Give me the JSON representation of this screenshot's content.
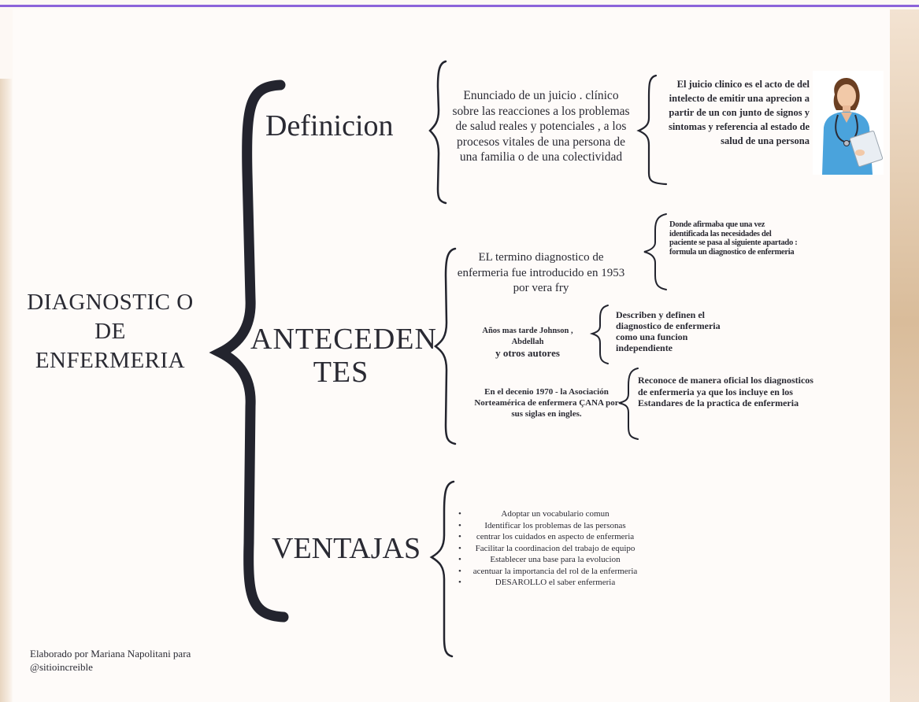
{
  "main_title": "DIAGNOSTIC O DE ENFERMERIA",
  "sections": {
    "definicion": {
      "heading": "Definicion",
      "text": "Enunciado de un juicio . clínico sobre las reacciones a los problemas de salud reales y potenciales , a los procesos vitales de una persona de una familia o de una colectividad",
      "juicio": "El juicio clinico es el acto de del intelecto de emitir una aprecion a partir de un con junto de signos y sintomas y referencia al estado de salud de una persona"
    },
    "antecedentes": {
      "heading": "ANTECEDEN TES",
      "intro": "EL termino diagnostico de enfermeria fue introducido en 1953 por vera fry",
      "donde": "Donde afirmaba que una vez identificada las necesidades del paciente se pasa al siguiente apartado : formula un diagnostico de enfermeria",
      "anos_line1": "Años mas tarde Johnson , Abdellah",
      "anos_line2": "y otros autores",
      "describen": "Describen y definen el diagnostico de enfermeria como una funcion independiente",
      "decenio": "En el decenio 1970 - la Asociación Norteamérica de enfermera ÇANA por sus siglas en ingles.",
      "reconoce": "Reconoce de manera oficial los diagnosticos de enfermeria ya que los incluye en los Estandares de la practica de enfermeria"
    },
    "ventajas": {
      "heading": "VENTAJAS",
      "items": [
        "Adoptar un vocabulario comun",
        "Identificar los problemas de las personas",
        "centrar los cuidados en aspecto de enfermeria",
        "Facilitar la coordinacion del trabajo de equipo",
        "Establecer una base para la evolucion",
        "acentuar la importancia del rol de la enfermeria",
        "DESAROLLO el saber enfermeria"
      ]
    }
  },
  "footer": "Elaborado por Mariana Napolitani para @sitioincreible",
  "colors": {
    "accent_bar": "#8c63d9",
    "ink": "#2a2a33",
    "brace": "#23242e",
    "scrub_blue": "#4aa3dc"
  }
}
